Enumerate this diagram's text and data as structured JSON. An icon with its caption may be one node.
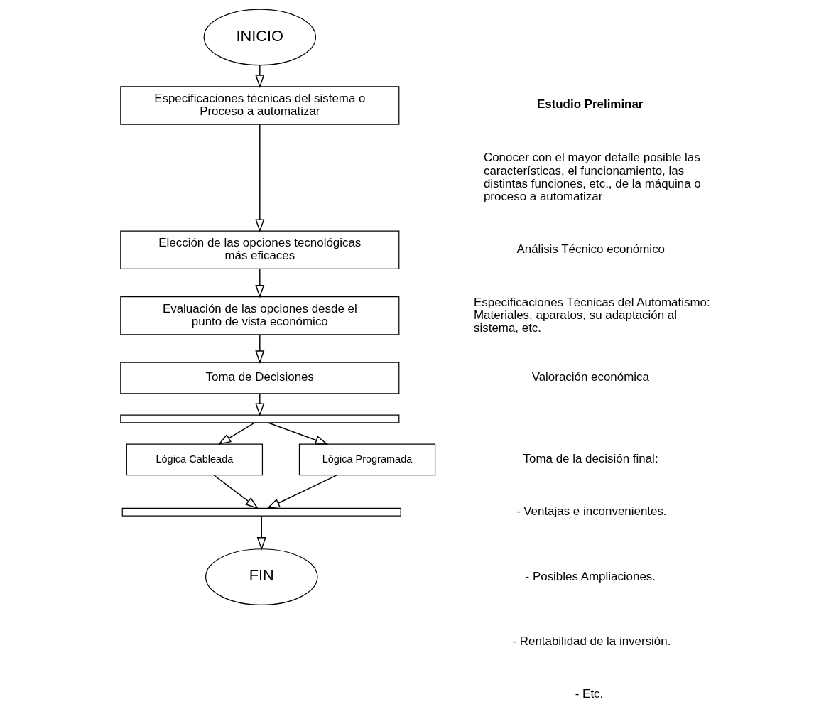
{
  "diagram": {
    "nodes": [
      {
        "text": [
          "INICIO"
        ]
      },
      {
        "text": [
          "Especificaciones técnicas del sistema o Proceso a automatizar"
        ]
      },
      {
        "text": [
          "Elección de las opciones tecnológicas más eficaces"
        ]
      },
      {
        "text": [
          "Evaluación de las opciones desde el punto de vista económico"
        ]
      },
      {
        "text": [
          "Toma de Decisiones"
        ]
      },
      {
        "text": [],
        "shape": "bar"
      },
      {
        "text": [
          "Lógica Cableada"
        ]
      },
      {
        "text": [
          "Lógica Programada"
        ]
      },
      {
        "text": [],
        "shape": "bar"
      },
      {
        "text": [
          "FIN"
        ]
      }
    ],
    "edges": [
      {
        "from": 0,
        "to": 1,
        "arrow": "to"
      },
      {
        "from": 1,
        "to": 2,
        "arrow": "to"
      },
      {
        "from": 2,
        "to": 3,
        "arrow": "to"
      },
      {
        "from": 3,
        "to": 4,
        "arrow": "to"
      },
      {
        "from": 4,
        "to": 5,
        "arrow": "to"
      },
      {
        "from": 5,
        "to": 6,
        "arrow": "to"
      },
      {
        "from": 5,
        "to": 7,
        "arrow": "to"
      },
      {
        "from": 6,
        "to": 8,
        "arrow": "to"
      },
      {
        "from": 7,
        "to": 8,
        "arrow": "to"
      },
      {
        "from": 8,
        "to": 9,
        "arrow": "to"
      }
    ],
    "labels": [
      "Estudio Preliminar",
      "Conocer con el mayor detalle posible las características, el funcionamiento, las distintas funciones, etc., de la máquina o proceso a automatizar",
      "Análisis Técnico económico",
      "Especificaciones Técnicas del Automatismo: Materiales, aparatos, su adaptación al sistema, etc.",
      "Valoración económica",
      "Toma de la decisión final:",
      "- Ventajas e inconvenientes.",
      "- Posibles Ampliaciones.",
      "- Rentabilidad de la inversión.",
      "- Etc."
    ]
  }
}
